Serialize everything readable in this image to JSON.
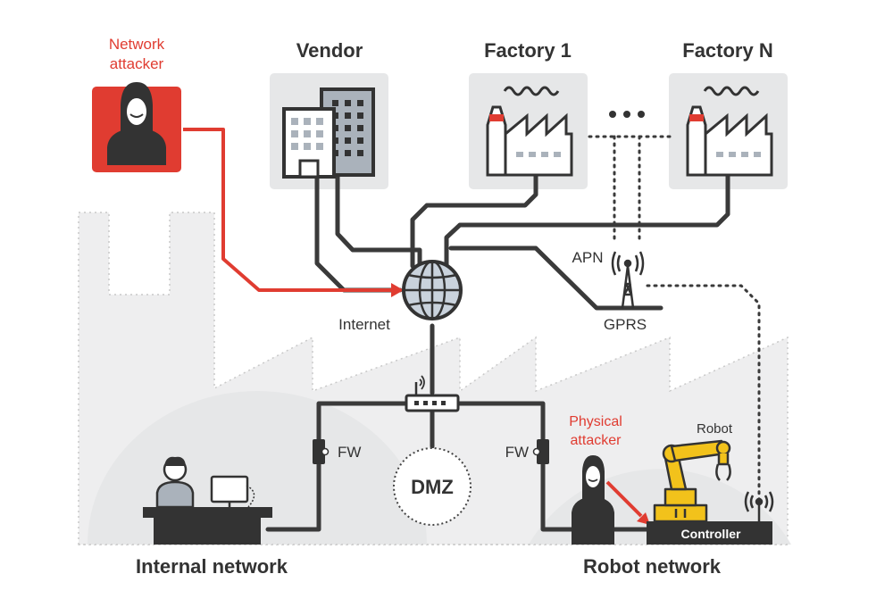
{
  "labels": {
    "network_attacker_line1": "Network",
    "network_attacker_line2": "attacker",
    "vendor": "Vendor",
    "factory_1": "Factory 1",
    "factory_n": "Factory N",
    "apn": "APN",
    "gprs": "GPRS",
    "internet": "Internet",
    "fw_left": "FW",
    "fw_right": "FW",
    "dmz": "DMZ",
    "physical_attacker_line1": "Physical",
    "physical_attacker_line2": "attacker",
    "robot": "Robot",
    "controller": "Controller",
    "internal_network": "Internal network",
    "robot_network": "Robot network"
  },
  "colors": {
    "attack": "#e03c31",
    "line": "#3a3a3a",
    "zone": "#e6e7e8",
    "panel": "#e6e7e8",
    "robot": "#f2c21b"
  },
  "icons": {
    "network_attacker": "hooded-person-icon",
    "physical_attacker": "hooded-person-icon",
    "internet": "globe-icon",
    "apn_tower": "radio-tower-icon",
    "controller_antenna": "wifi-antenna-icon",
    "robot": "robot-arm-icon",
    "router": "router-icon"
  }
}
